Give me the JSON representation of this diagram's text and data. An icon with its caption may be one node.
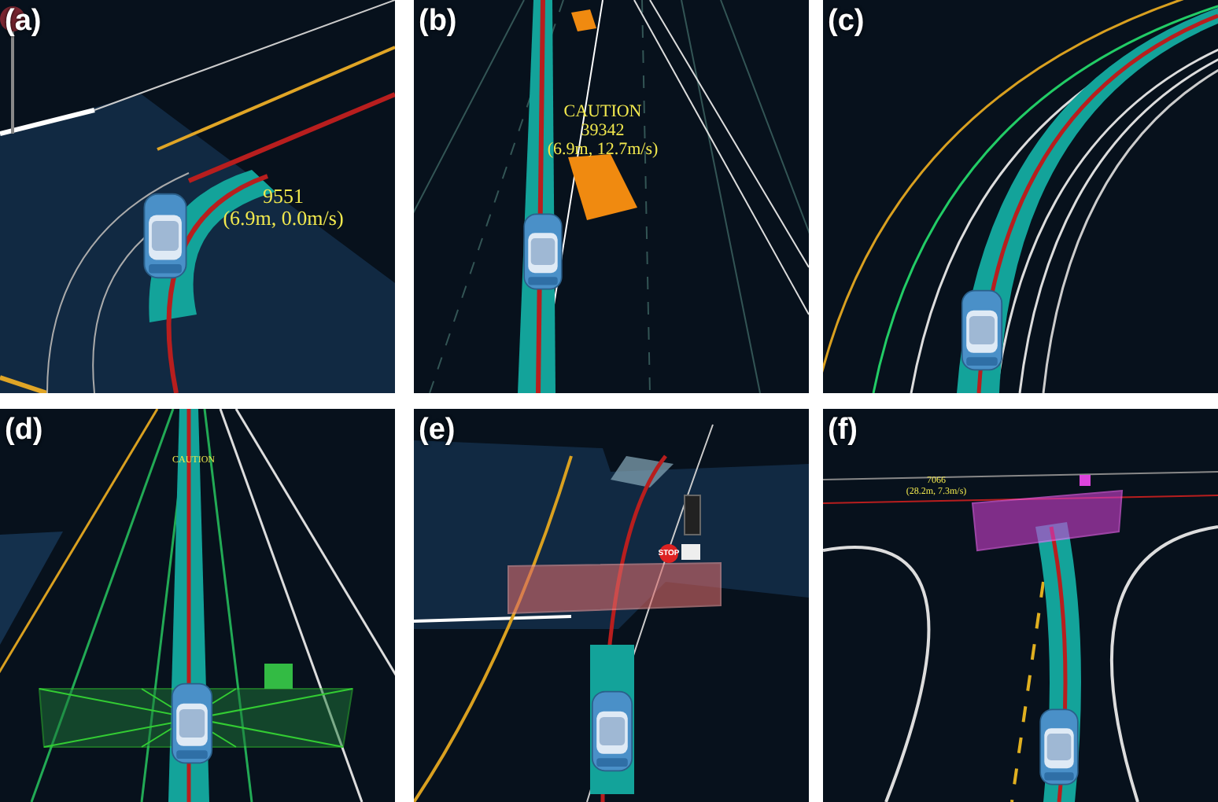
{
  "diagram": {
    "labels": [
      "(a)",
      "9551",
      "(6.9m, 0.0m/s)",
      "(b)",
      "CAUTION",
      "39342",
      "(6.9m, 12.7m/s)",
      "(c)",
      "(d)",
      "CAUTION",
      "(e)",
      "STOP",
      "(f)",
      "7066",
      "(28.2m, 7.3m/s)"
    ]
  }
}
